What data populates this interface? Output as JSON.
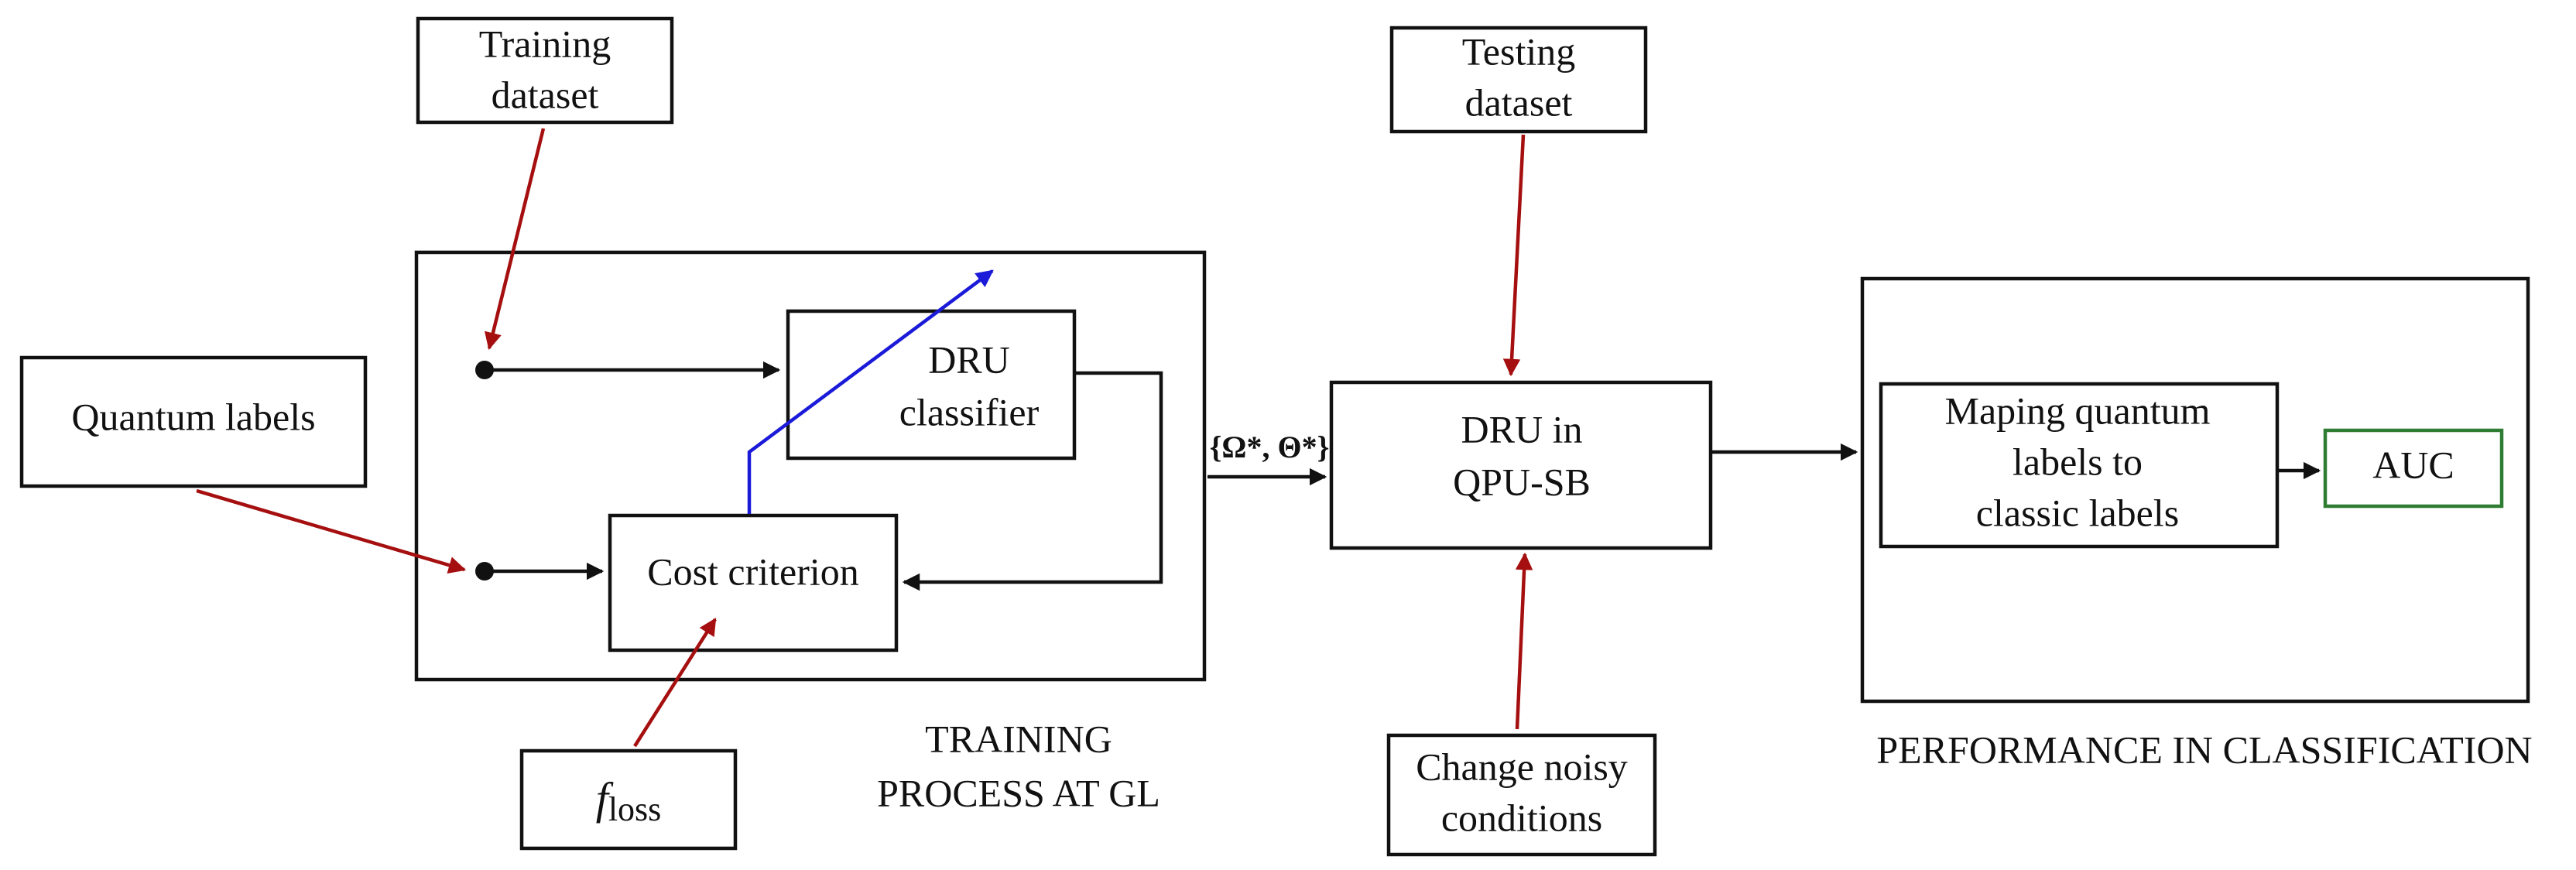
{
  "training_dataset": {
    "line1": "Training",
    "line2": "dataset"
  },
  "testing_dataset": {
    "line1": "Testing",
    "line2": "dataset"
  },
  "quantum_labels": "Quantum labels",
  "dru_classifier": {
    "line1": "DRU",
    "line2": "classifier"
  },
  "cost_criterion": "Cost criterion",
  "f_loss": {
    "symbol": "f",
    "subscript": "loss"
  },
  "parameters_label": "{Ω*, Θ*}",
  "dru_qpu": {
    "line1": "DRU in",
    "line2": "QPU-SB"
  },
  "change_noisy": {
    "line1": "Change noisy",
    "line2": "conditions"
  },
  "mapping": {
    "line1": "Maping quantum",
    "line2": "labels to",
    "line3": "classic labels"
  },
  "auc": "AUC",
  "training_caption": {
    "line1": "TRAINING",
    "line2": "PROCESS AT GL"
  },
  "performance_caption": "PERFORMANCE IN CLASSIFICATION",
  "colors": {
    "black": "#111111",
    "red": "#a50f0f",
    "blue": "#1a1ad8",
    "green": "#2e7d32"
  }
}
